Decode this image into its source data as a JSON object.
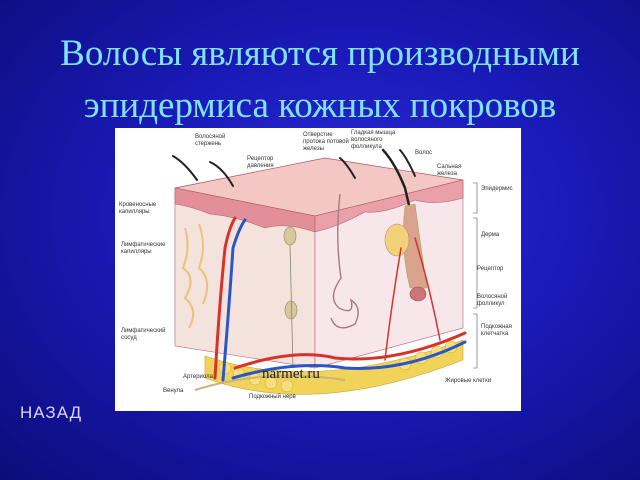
{
  "slide": {
    "title_line1": "Волосы являются производными",
    "title_line2": "эпидермиса кожных покровов",
    "back_label": "НАЗАД"
  },
  "figure": {
    "watermark": "narmet.ru",
    "labels": {
      "hair_shaft": "Волосяной стержень",
      "sweat_duct": "Отверстие протока потовой железы",
      "arrector_muscle": "Гладкая мышца волосяного фолликула",
      "hair": "Волос",
      "pressure_receptor": "Рецептор давления",
      "sebaceous_gland": "Сальная железа",
      "blood_capillaries": "Кровеносные капилляры",
      "lymph_capillaries": "Лимфатические капилляры",
      "lymph_vessel": "Лимфатический сосуд",
      "arteriole": "Артериола",
      "venule": "Венула",
      "subcutaneous_nerve": "Подкожный нерв",
      "fat_cells": "Жировые клетки",
      "follicle": "Волосяной фолликул",
      "receptor": "Рецептор",
      "epidermis": "Эпидермис",
      "dermis": "Дерма",
      "hypodermis": "Подкожная клетчатка"
    }
  }
}
